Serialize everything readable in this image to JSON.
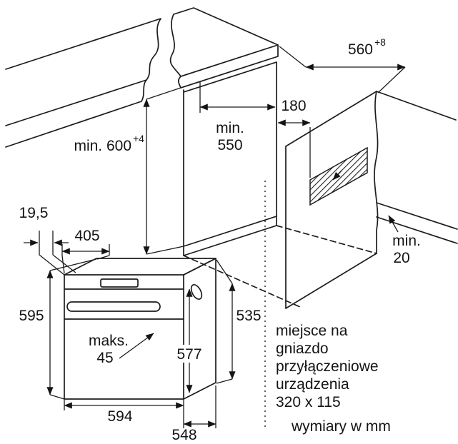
{
  "figure": {
    "units_note": "wymiary w mm",
    "connection_note": {
      "line1": "miejsce na",
      "line2": "gniazdo",
      "line3": "przyłączeniowe",
      "line4": "urządzenia",
      "line5": "320 x 115"
    },
    "dimensions": {
      "niche_height": {
        "label": "min. 600",
        "tolerance": "+4"
      },
      "niche_depth": {
        "label_line1": "min.",
        "label_line2": "550"
      },
      "niche_width": {
        "label": "560",
        "tolerance": "+8"
      },
      "socket_distance": {
        "label": "180"
      },
      "rear_clearance": {
        "label_line1": "min.",
        "label_line2": "20"
      },
      "door_protrusion": {
        "label": "19,5"
      },
      "front_section": {
        "label": "405"
      },
      "oven_height": {
        "label": "595"
      },
      "side_height": {
        "label": "535"
      },
      "inner_height": {
        "label": "577"
      },
      "handle_depth": {
        "label_line1": "maks.",
        "label_line2": "45"
      },
      "oven_width": {
        "label": "594"
      },
      "oven_depth": {
        "label": "548"
      }
    }
  }
}
